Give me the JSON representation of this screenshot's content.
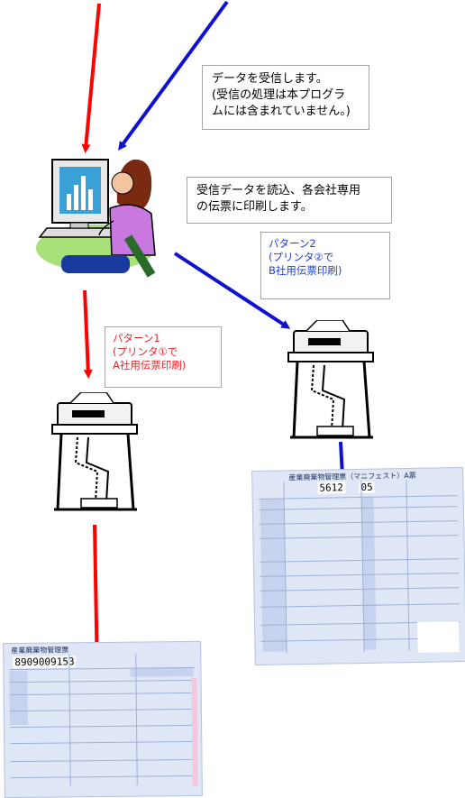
{
  "callouts": {
    "receive": {
      "line1": "データを受信します。",
      "line2": "(受信の処理は本プログラ",
      "line3": "ムには含まれていません。)"
    },
    "print": {
      "line1": "受信データを読込、各会社専用",
      "line2": "の伝票に印刷します。"
    },
    "pattern2": {
      "line1": "パターン2",
      "line2": "(プリンタ②で",
      "line3": "B社用伝票印刷)",
      "color": "#1f3fd0"
    },
    "pattern1": {
      "line1": "パターン1",
      "line2": "(プリンタ①で",
      "line3": "A社用伝票印刷)",
      "color": "#e02a2a"
    }
  },
  "slip_a": {
    "number": "8909009153",
    "title": "産業廃棄物管理票"
  },
  "slip_b": {
    "number": "5612",
    "number_tail": "05",
    "title": "産業廃棄物管理票（マニフェスト）A票"
  },
  "colors": {
    "red_arrow": "#ff0000",
    "blue_arrow": "#1010d0"
  },
  "icons": [
    "computer-user-icon",
    "printer-icon",
    "printer-icon"
  ]
}
